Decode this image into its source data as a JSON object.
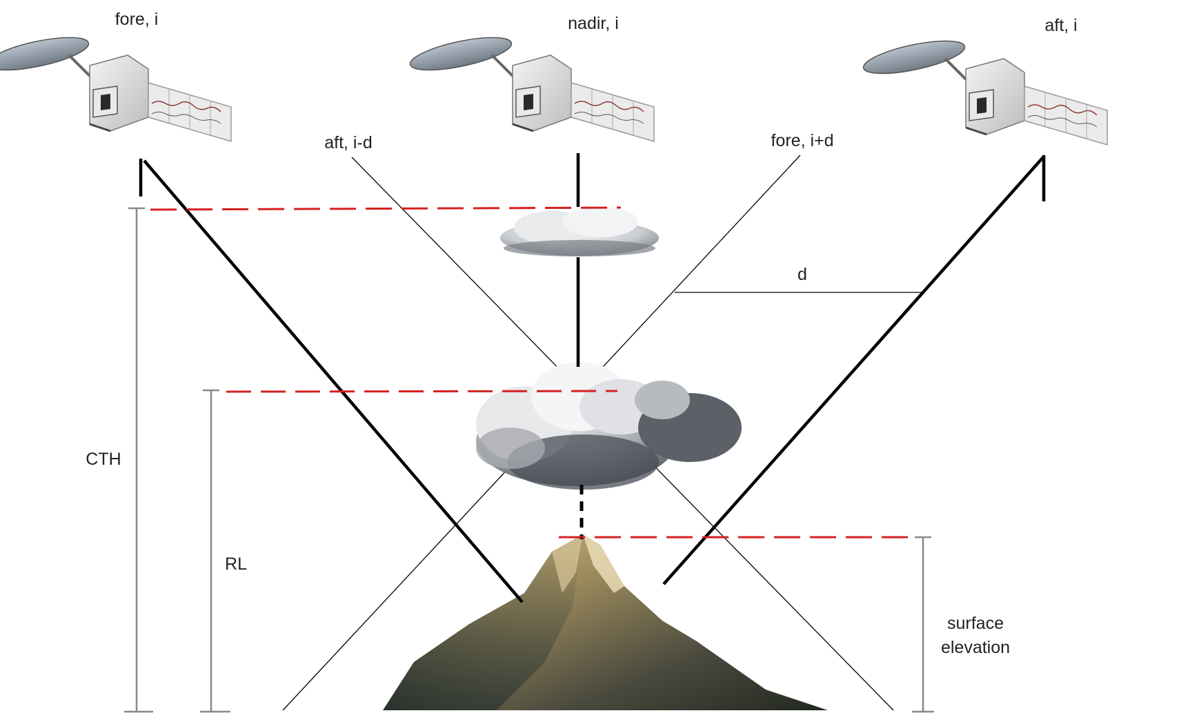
{
  "labels": {
    "fore_i": "fore, i",
    "nadir_i": "nadir, i",
    "aft_i": "aft, i",
    "aft_i_minus_d": "aft, i-d",
    "fore_i_plus_d": "fore, i+d",
    "d": "d",
    "cth": "CTH",
    "rl": "RL",
    "surface_line1": "surface",
    "surface_line2": "elevation"
  },
  "colors": {
    "line": "#000000",
    "red_dash": "#d42020",
    "bracket": "#888888"
  },
  "icons": {
    "satellite": "satellite-icon",
    "cloud": "cloud-icon",
    "mountain": "mountain-icon"
  }
}
